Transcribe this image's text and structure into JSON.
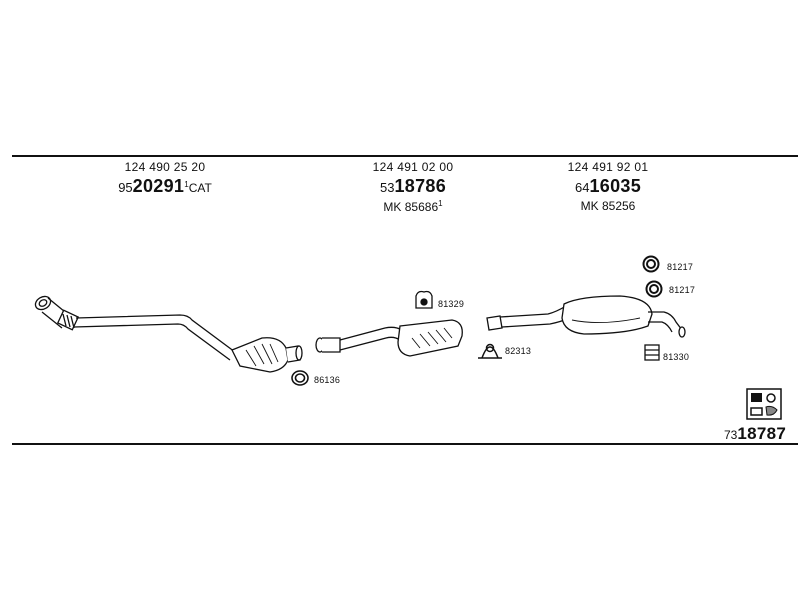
{
  "sections": [
    {
      "oem": "124 490 25 20",
      "part_prefix": "95",
      "part_main": "20291",
      "part_suffix_sup": "1",
      "part_suffix": "CAT",
      "kit": ""
    },
    {
      "oem": "124 491 02 00",
      "part_prefix": "53",
      "part_main": "18786",
      "part_suffix_sup": "",
      "part_suffix": "",
      "kit": "MK  85686",
      "kit_sup": "1"
    },
    {
      "oem": "124 491 92 01",
      "part_prefix": "64",
      "part_main": "16035",
      "part_suffix_sup": "",
      "part_suffix": "",
      "kit": "MK  85256"
    }
  ],
  "fittings": {
    "gasket_front": "86136",
    "mount_mid": "81329",
    "hanger_mid": "82313",
    "ring_top": "81217",
    "ring_second": "81217",
    "clamp_rear": "81330"
  },
  "total_kit": {
    "prefix": "73",
    "main": "18787",
    "icon": "kit-box-icon"
  },
  "colors": {
    "ink": "#111111",
    "paper": "#ffffff",
    "shade": "#888888"
  }
}
